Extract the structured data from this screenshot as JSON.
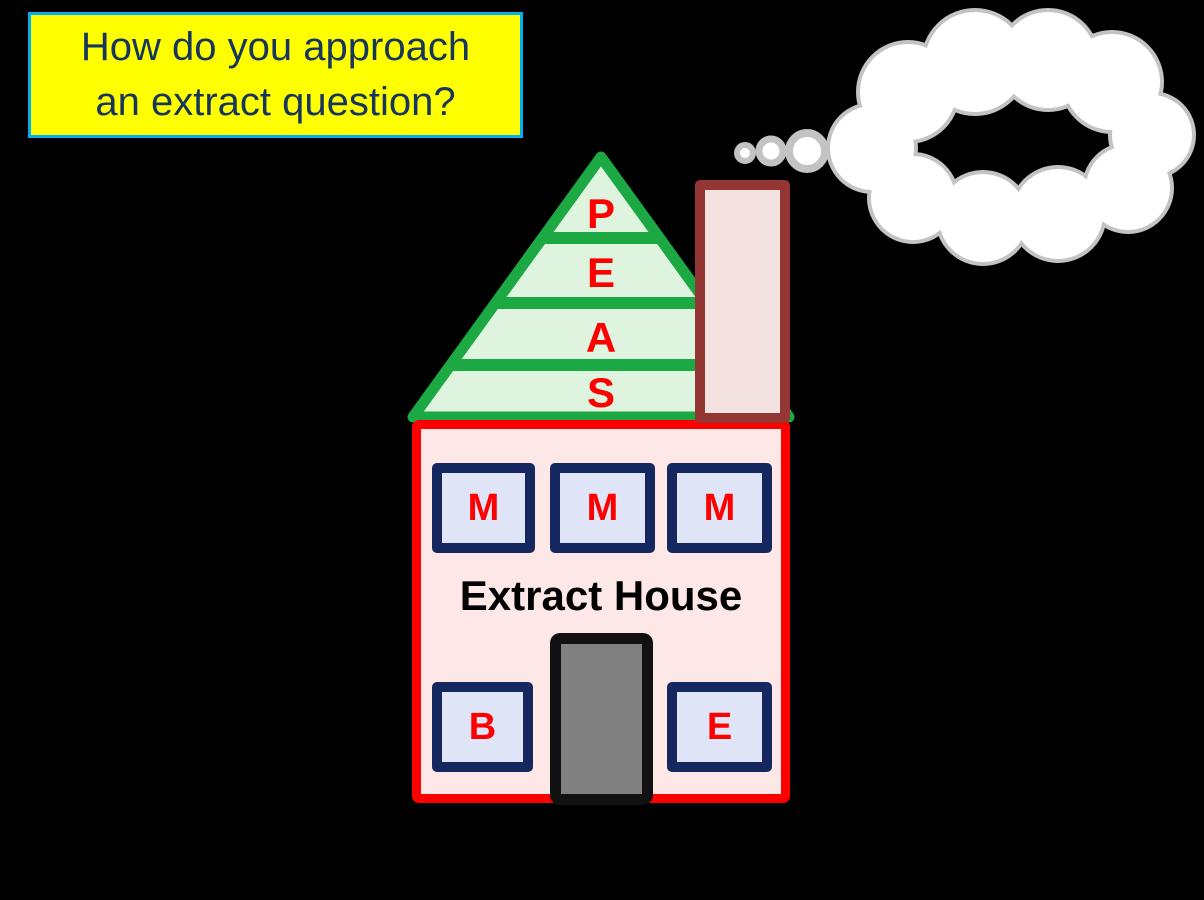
{
  "slide": {
    "background_color": "#000000",
    "title": {
      "line1": "How do you approach",
      "line2": "an extract question?",
      "bg_color": "#FFFF00",
      "border_color": "#00B0F0",
      "text_color": "#17365D"
    },
    "house": {
      "label": "Extract House",
      "body_fill": "#FDE7E7",
      "body_border": "#FF0000",
      "roof": {
        "letters": [
          "P",
          "E",
          "A",
          "S"
        ],
        "fill": "#DEF4DF",
        "stroke": "#1CA843",
        "letter_color": "#FF0000"
      },
      "windows_top": [
        "M",
        "M",
        "M"
      ],
      "windows_bottom": [
        "B",
        "E"
      ],
      "window_fill": "#DFE5F7",
      "window_border": "#14275E",
      "window_letter_color": "#FF0000",
      "chimney_fill": "#F4E2E1",
      "chimney_border": "#943634",
      "door_fill": "#808080",
      "door_border": "#111111"
    },
    "thought_cloud": {
      "fill": "#FFFFFF",
      "stroke": "#C3C3C3"
    }
  }
}
